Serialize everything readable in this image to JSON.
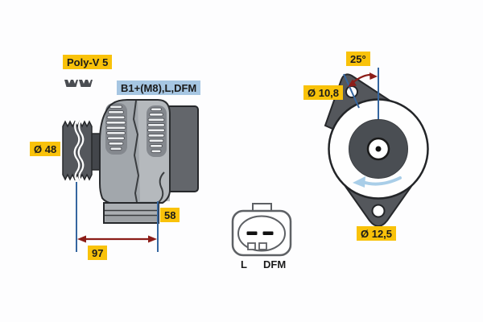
{
  "labels": {
    "belt_type": "Poly-V 5",
    "terminals": "B1+(M8),L,DFM",
    "pulley_diameter": "Ø 48",
    "dim_depth": "58",
    "dim_length": "97",
    "mount_angle": "25°",
    "hole_top": "Ø 10,8",
    "hole_bottom": "Ø 12,5"
  },
  "connector": {
    "pin_left_label": "L",
    "pin_right_label": "DFM"
  },
  "icons": {
    "belt_profile": "poly-v-belt-profile-icon",
    "rotation": "rotation-direction-arrow-icon",
    "dimension_arrow": "dimension-arrow-icon"
  },
  "colors": {
    "label_yellow": "#F9C20A",
    "label_blue": "#A6C6E2",
    "dimension_blue": "#3566A0",
    "dimension_red": "#8C1D18",
    "rotation_arrow_blue": "#A9CEE8",
    "metal_dark": "#54575C",
    "metal_mid": "#A2A7AC",
    "metal_light": "#B5B9BD",
    "rear_housing_gray": "#63666B",
    "outline": "#2A2C2F"
  }
}
